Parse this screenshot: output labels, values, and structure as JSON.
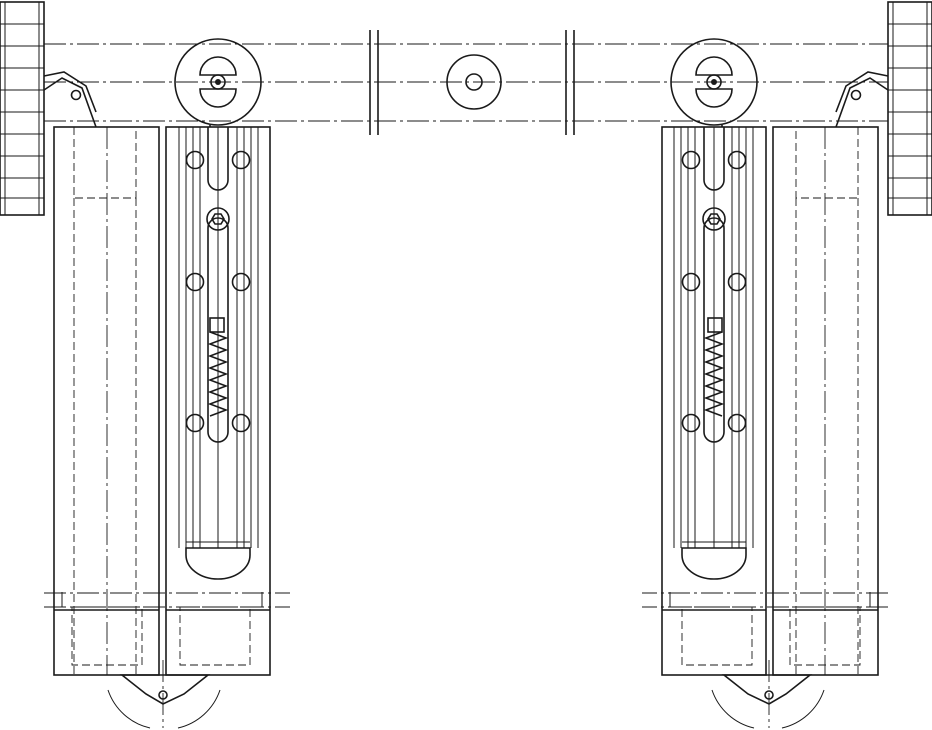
{
  "drawing": {
    "background_color": "#ffffff",
    "line_color": "#1a1a1a",
    "components": [
      "left-handle",
      "left-roller",
      "center-guide",
      "right-roller",
      "right-handle",
      "left-carriage",
      "right-carriage"
    ]
  }
}
